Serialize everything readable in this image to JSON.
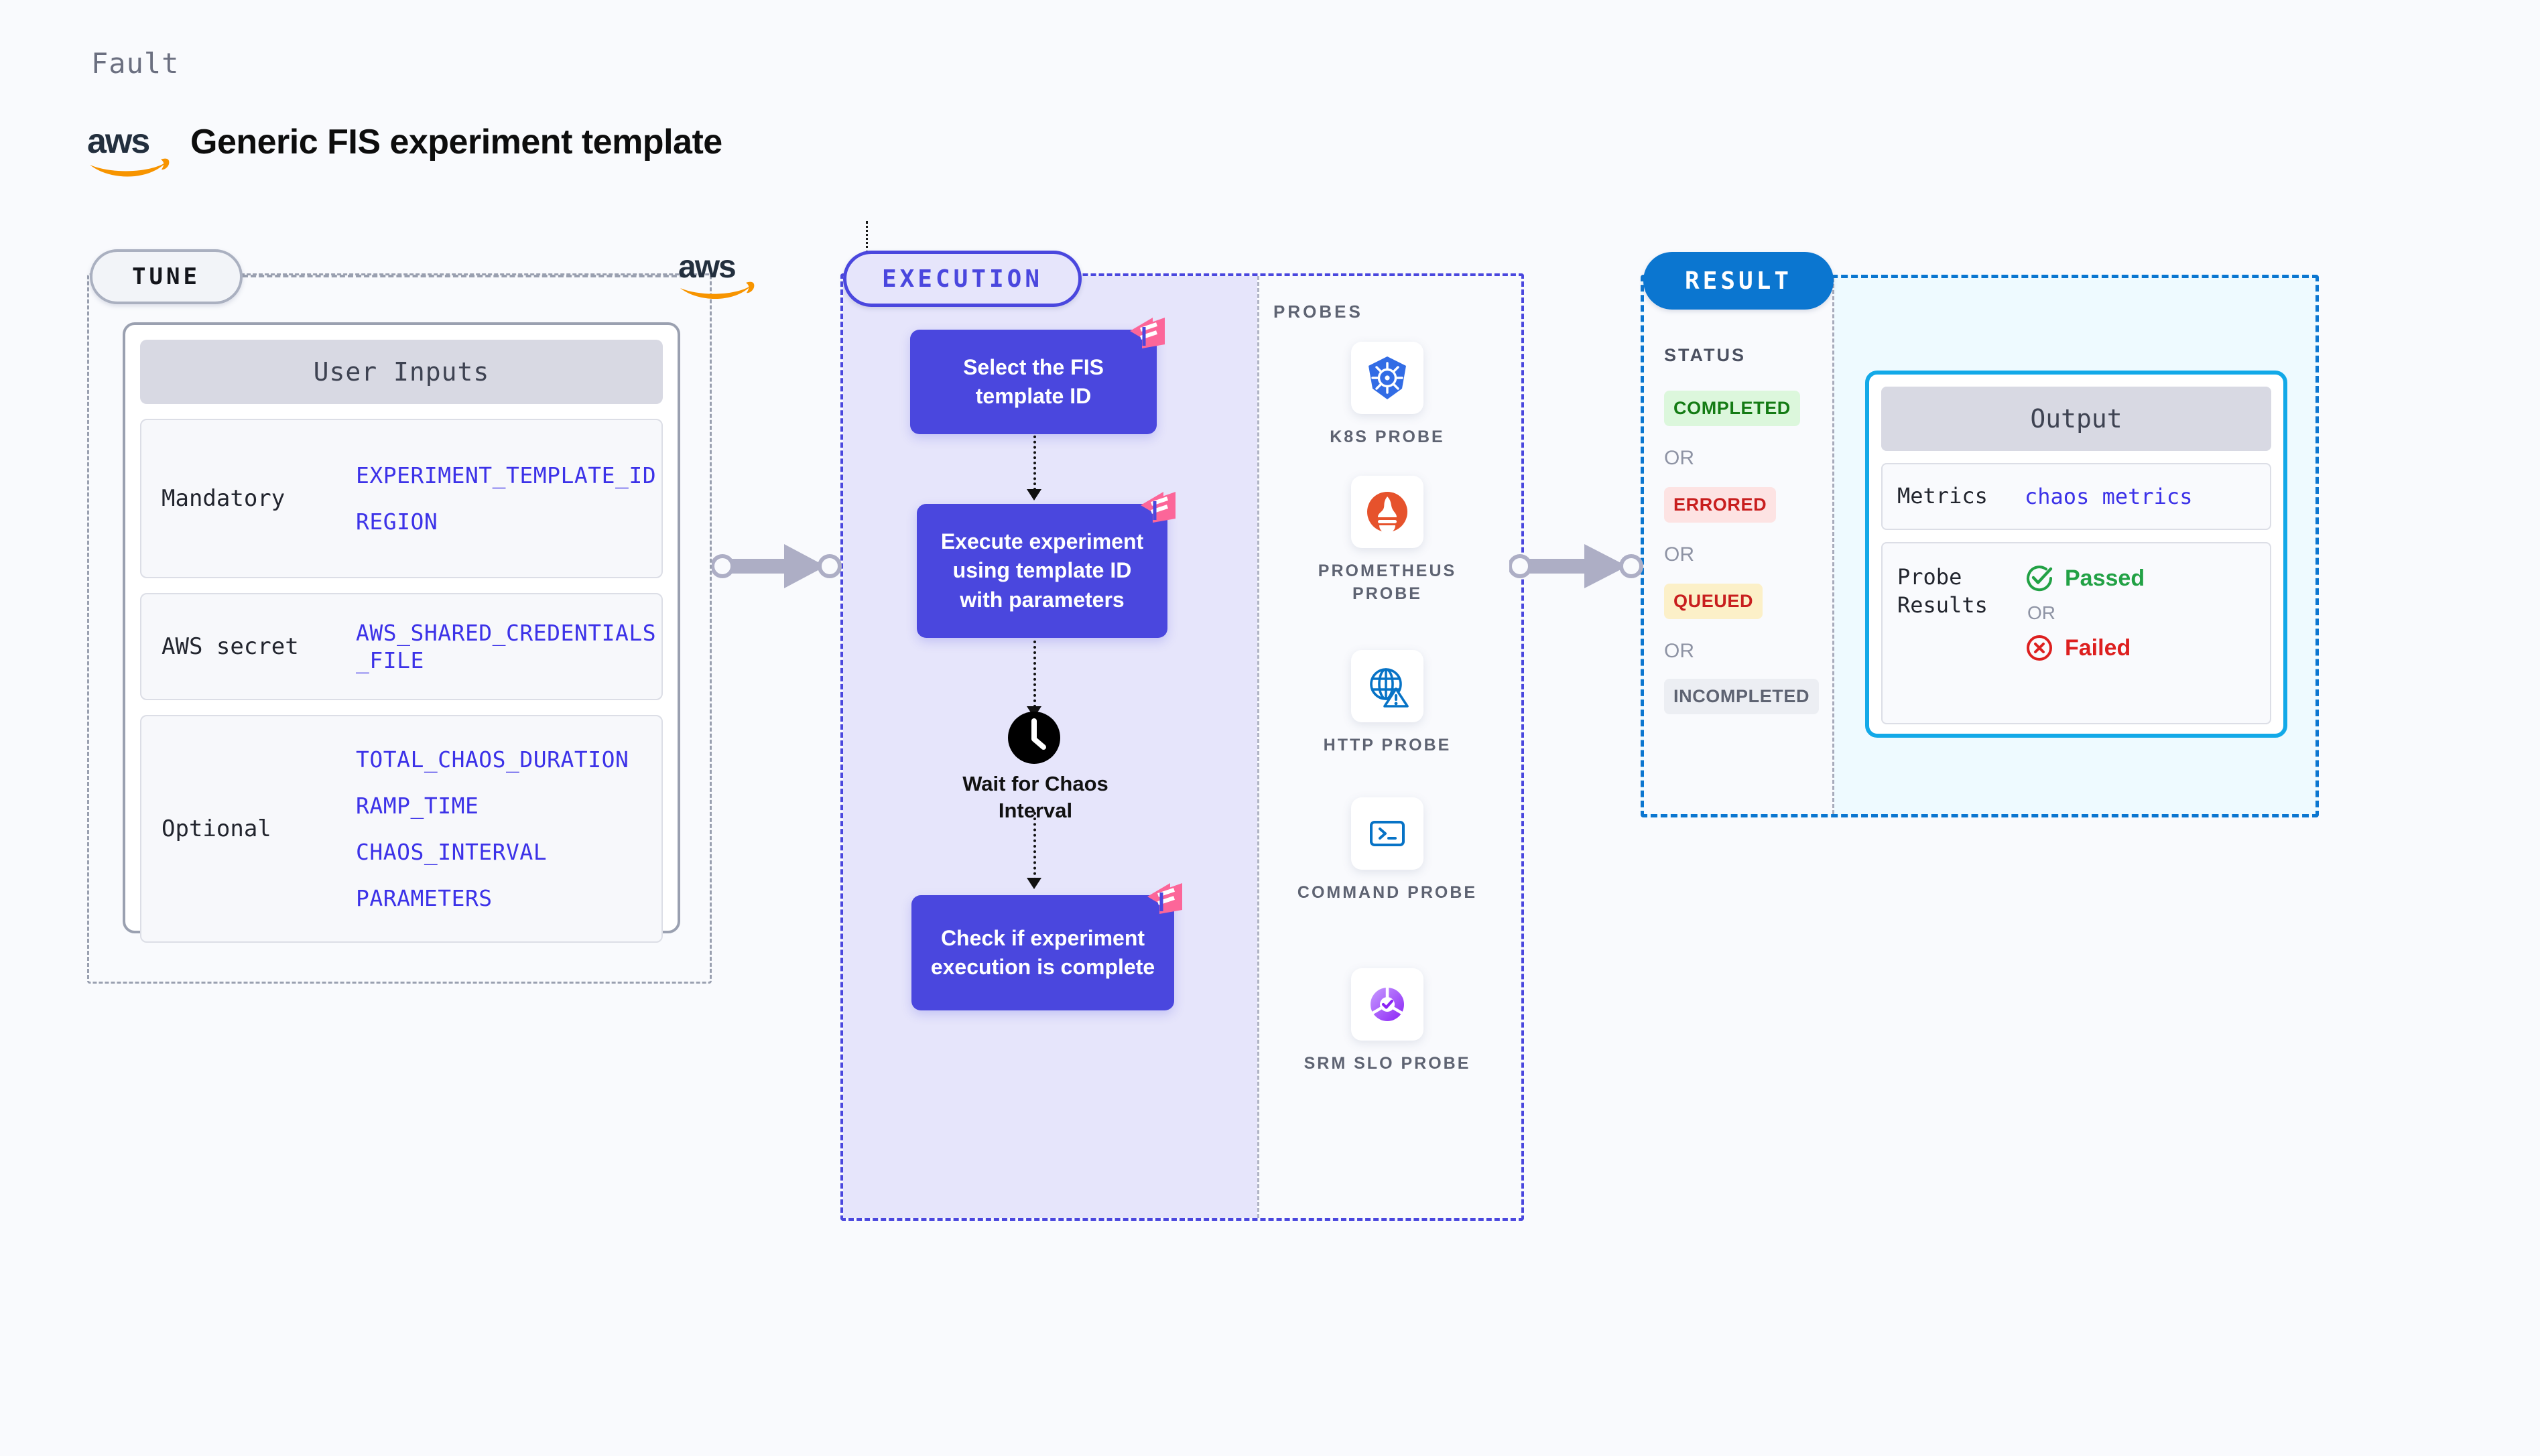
{
  "header": {
    "eyebrow": "Fault",
    "title": "Generic FIS experiment template",
    "logo_icon": "aws-logo-icon"
  },
  "tune": {
    "badge": "TUNE",
    "card_title": "User Inputs",
    "groups": [
      {
        "label": "Mandatory",
        "values": [
          "EXPERIMENT_TEMPLATE_ID",
          "REGION"
        ]
      },
      {
        "label": "AWS secret",
        "values": [
          "AWS_SHARED_CREDENTIALS\n_FILE"
        ]
      },
      {
        "label": "Optional",
        "values": [
          "TOTAL_CHAOS_DURATION",
          "RAMP_TIME",
          "CHAOS_INTERVAL",
          "PARAMETERS"
        ]
      }
    ]
  },
  "execution": {
    "badge": "EXECUTION",
    "steps": [
      {
        "text": "Select the FIS template ID",
        "badge_icon": "harness-logo-icon"
      },
      {
        "text": "Execute experiment using template ID with parameters",
        "badge_icon": "harness-logo-icon"
      },
      {
        "text": "Check if experiment execution is complete",
        "badge_icon": "harness-logo-icon"
      }
    ],
    "wait": {
      "icon": "clock-icon",
      "label": "Wait for Chaos Interval"
    }
  },
  "probes": {
    "title": "PROBES",
    "items": [
      {
        "label": "K8S PROBE",
        "icon": "kubernetes-icon"
      },
      {
        "label": "PROMETHEUS PROBE",
        "icon": "prometheus-icon"
      },
      {
        "label": "HTTP PROBE",
        "icon": "http-globe-warning-icon"
      },
      {
        "label": "COMMAND PROBE",
        "icon": "terminal-icon"
      },
      {
        "label": "SRM SLO PROBE",
        "icon": "srm-slo-donut-check-icon"
      }
    ]
  },
  "result": {
    "badge": "RESULT",
    "status_title": "STATUS",
    "or_label": "OR",
    "statuses": [
      {
        "label": "COMPLETED",
        "bg": "#dcf7dc",
        "color": "#147b14"
      },
      {
        "label": "ERRORED",
        "bg": "#fde3e3",
        "color": "#c81e1e"
      },
      {
        "label": "QUEUED",
        "bg": "#fcf0c8",
        "color": "#c81e1e"
      },
      {
        "label": "INCOMPLETED",
        "bg": "#eceef3",
        "color": "#5e6372"
      }
    ],
    "output": {
      "title": "Output",
      "metrics_label": "Metrics",
      "metrics_value": "chaos metrics",
      "probe_results_label": "Probe Results",
      "passed_label": "Passed",
      "failed_label": "Failed",
      "or_label": "OR",
      "passed_icon": "check-circle-icon",
      "failed_icon": "x-circle-icon"
    }
  },
  "colors": {
    "accent_indigo": "#4a47de",
    "accent_blue": "#0b76d0",
    "accent_cyan": "#12a9e8",
    "accent_pink": "#fc6699",
    "aws_orange": "#f79400",
    "var_blue": "#3c32e8",
    "page_bg": "#f9fafd"
  }
}
